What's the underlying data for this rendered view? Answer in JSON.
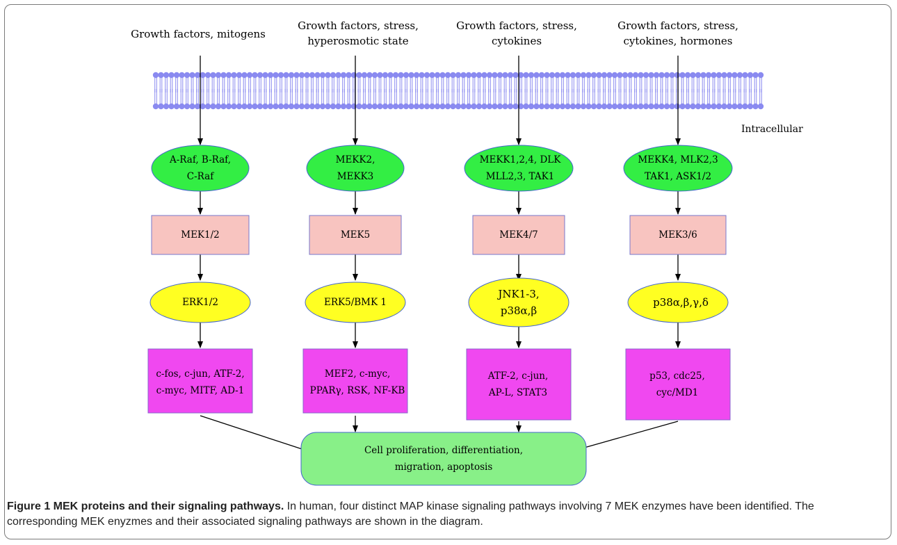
{
  "colors": {
    "green": "#33ee44",
    "pink": "#f8c4c0",
    "yellow": "#ffff22",
    "magenta": "#f048f0",
    "result": "#88f088",
    "membrane": "#8a8af0"
  },
  "stimuli": [
    "Growth factors, mitogens",
    "Growth factors, stress,\nhyperosmotic state",
    "Growth factors, stress,\ncytokines",
    "Growth factors, stress,\ncytokines, hormones"
  ],
  "intracellular_label": "Intracellular",
  "pathways": [
    {
      "mapkkk": "A-Raf, B-Raf,\nC-Raf",
      "mek": "MEK1/2",
      "mapk": "ERK1/2",
      "targets": "c-fos, c-jun, ATF-2,\nc-myc, MITF, AD-1"
    },
    {
      "mapkkk": "MEKK2,\nMEKK3",
      "mek": "MEK5",
      "mapk": "ERK5/BMK 1",
      "targets": "MEF2, c-myc,\nPPARγ, RSK, NF-KB"
    },
    {
      "mapkkk": "MEKK1,2,4, DLK\nMLL2,3, TAK1",
      "mek": "MEK4/7",
      "mapk": "JNK1-3,\np38α,β",
      "targets": "ATF-2, c-jun,\nAP-L, STAT3"
    },
    {
      "mapkkk": "MEKK4, MLK2,3\nTAK1, ASK1/2",
      "mek": "MEK3/6",
      "mapk": "p38α,β,γ,δ",
      "targets": "p53, cdc25,\ncyc/MD1"
    }
  ],
  "outcome": "Cell proliferation, differentiation,\nmigration, apoptosis",
  "caption": {
    "title": "Figure 1 MEK proteins and their signaling pathways.",
    "text": " In human, four distinct MAP kinase signaling pathways involving 7 MEK enzymes have been identified. The corresponding MEK enyzmes and their associated signaling pathways are shown in the diagram."
  }
}
